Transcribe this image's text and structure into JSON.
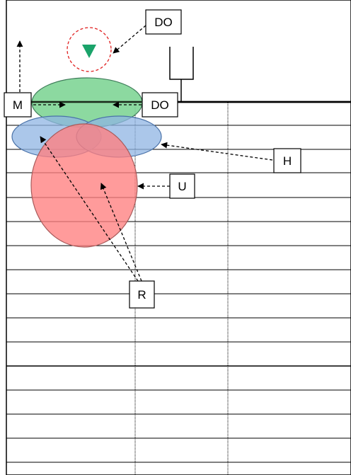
{
  "colors": {
    "green_fill": "#7fd596",
    "green_stroke": "#3e7c59",
    "blue_fill": "#8fb4e3",
    "blue_stroke": "#4a72a8",
    "red_fill": "#ff7f7f",
    "red_stroke": "#a85b5b",
    "circle_dashed": "#e02020",
    "triangle": "#1aa36a",
    "line": "#000000"
  },
  "labels": {
    "do_top": "DO",
    "do_mid": "DO",
    "m": "M",
    "h": "H",
    "u": "U",
    "r": "R"
  },
  "icons": {
    "triangle": "down-triangle-icon",
    "sensor_cup": "cup-icon"
  }
}
